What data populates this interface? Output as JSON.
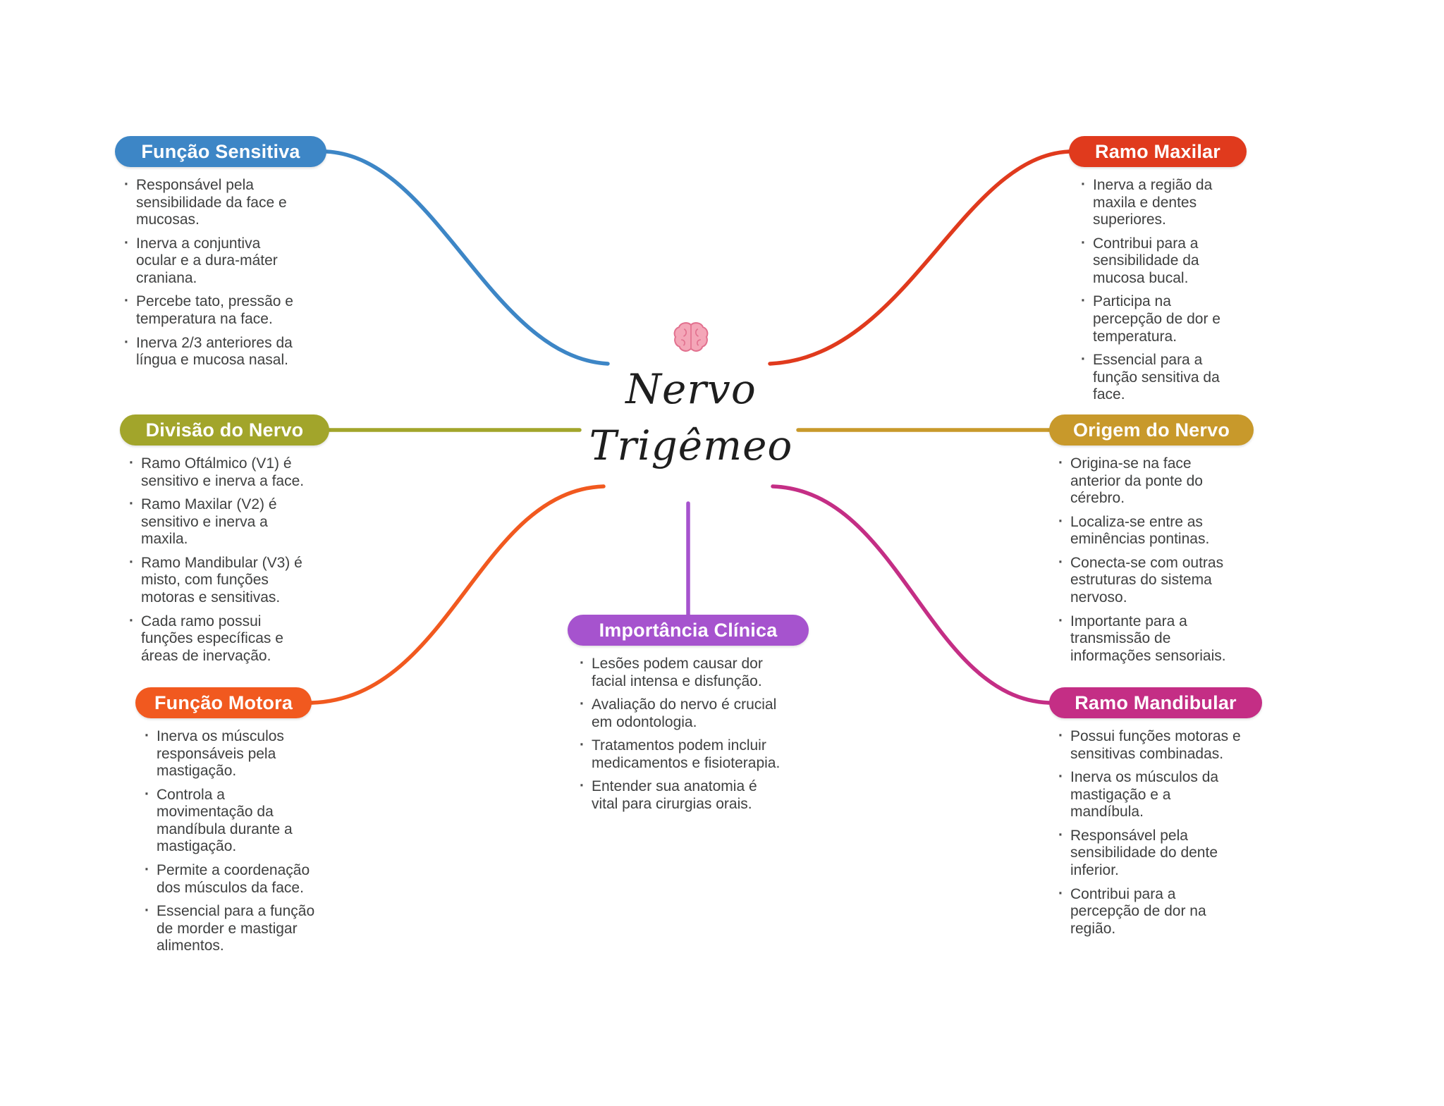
{
  "center": {
    "icon": "brain-icon",
    "title_line1": "Nervo",
    "title_line2": "Trigêmeo"
  },
  "nodes": {
    "funcao_sensitiva": {
      "label": "Função Sensitiva",
      "color": "#3d86c6",
      "items": [
        "Responsável pela sensibilidade da face e mucosas.",
        "Inerva a conjuntiva ocular e a dura-máter craniana.",
        "Percebe tato, pressão e temperatura na face.",
        "Inerva 2/3 anteriores da língua e mucosa nasal."
      ]
    },
    "ramo_maxilar": {
      "label": "Ramo Maxilar",
      "color": "#e03a1d",
      "items": [
        "Inerva a região da maxila e dentes superiores.",
        "Contribui para a sensibilidade da mucosa bucal.",
        "Participa na percepção de dor e temperatura.",
        "Essencial para a função sensitiva da face."
      ]
    },
    "divisao_do_nervo": {
      "label": "Divisão do Nervo",
      "color": "#a2a52b",
      "items": [
        "Ramo Oftálmico (V1) é sensitivo e inerva a face.",
        "Ramo Maxilar (V2) é sensitivo e inerva a maxila.",
        "Ramo Mandibular (V3) é misto, com funções motoras e sensitivas.",
        "Cada ramo possui funções específicas e áreas de inervação."
      ]
    },
    "origem_do_nervo": {
      "label": "Origem do Nervo",
      "color": "#c8992b",
      "items": [
        "Origina-se na face anterior da ponte do cérebro.",
        "Localiza-se entre as eminências pontinas.",
        "Conecta-se com outras estruturas do sistema nervoso.",
        "Importante para a transmissão de informações sensoriais."
      ]
    },
    "funcao_motora": {
      "label": "Função Motora",
      "color": "#f1591f",
      "items": [
        "Inerva os músculos responsáveis pela mastigação.",
        "Controla a movimentação da mandíbula durante a mastigação.",
        "Permite a coordenação dos músculos da face.",
        "Essencial para a função de morder e mastigar alimentos."
      ]
    },
    "ramo_mandibular": {
      "label": "Ramo Mandibular",
      "color": "#c42e85",
      "items": [
        "Possui funções motoras e sensitivas combinadas.",
        "Inerva os músculos da mastigação e a mandíbula.",
        "Responsável pela sensibilidade do dente inferior.",
        "Contribui para a percepção de dor na região."
      ]
    },
    "importancia_clinica": {
      "label": "Importância Clínica",
      "color": "#a653ce",
      "items": [
        "Lesões podem causar dor facial intensa e disfunção.",
        "Avaliação do nervo é crucial em odontologia.",
        "Tratamentos podem incluir medicamentos e fisioterapia.",
        "Entender sua anatomia é vital para cirurgias orais."
      ]
    }
  }
}
